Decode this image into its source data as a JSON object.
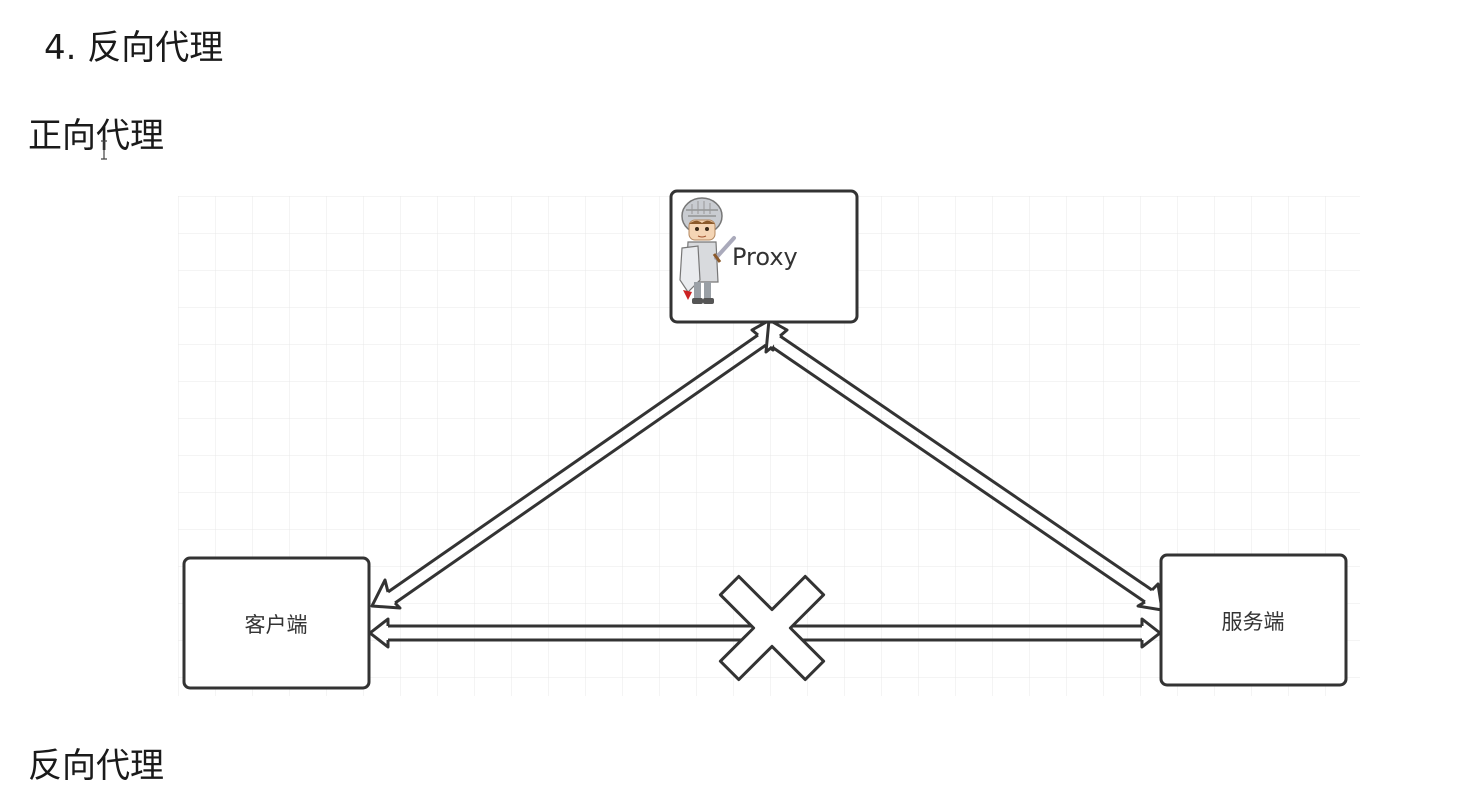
{
  "headings": {
    "main": "4. 反向代理",
    "forward_proxy": "正向代理",
    "reverse_proxy": "反向代理"
  },
  "diagram": {
    "nodes": {
      "proxy": {
        "label": "Proxy",
        "icon": "knight-avatar-icon"
      },
      "client": {
        "label": "客户端"
      },
      "server": {
        "label": "服务端"
      }
    },
    "blocked_marker_icon": "x-cross-icon"
  },
  "colors": {
    "stroke": "#333333",
    "grid": "#e6e6e6",
    "node_fill": "#ffffff"
  }
}
